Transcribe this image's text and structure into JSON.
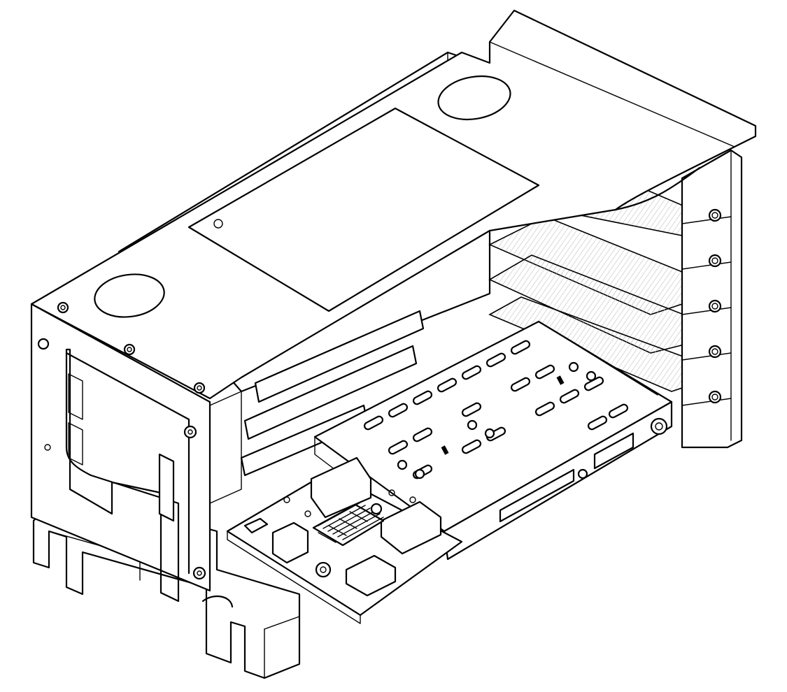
{
  "diagram": {
    "subject": "riser-cage-assembly-line-drawing",
    "line_color": "#000000",
    "background_color": "#ffffff",
    "pcie_slot_count": 3,
    "bracket_slot_count": 4,
    "labels": []
  }
}
